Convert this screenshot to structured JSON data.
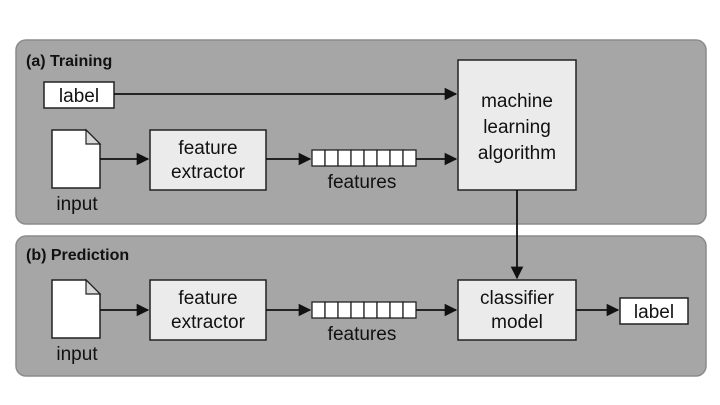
{
  "training": {
    "title": "(a) Training",
    "label": "label",
    "input": "input",
    "extractor": [
      "feature",
      "extractor"
    ],
    "features": "features",
    "algorithm": [
      "machine",
      "learning",
      "algorithm"
    ]
  },
  "prediction": {
    "title": "(b) Prediction",
    "input": "input",
    "extractor": [
      "feature",
      "extractor"
    ],
    "features": "features",
    "classifier": [
      "classifier",
      "model"
    ],
    "label": "label"
  },
  "colors": {
    "panel": "#a6a6a6",
    "box": "#ebebeb",
    "line": "#111111"
  }
}
